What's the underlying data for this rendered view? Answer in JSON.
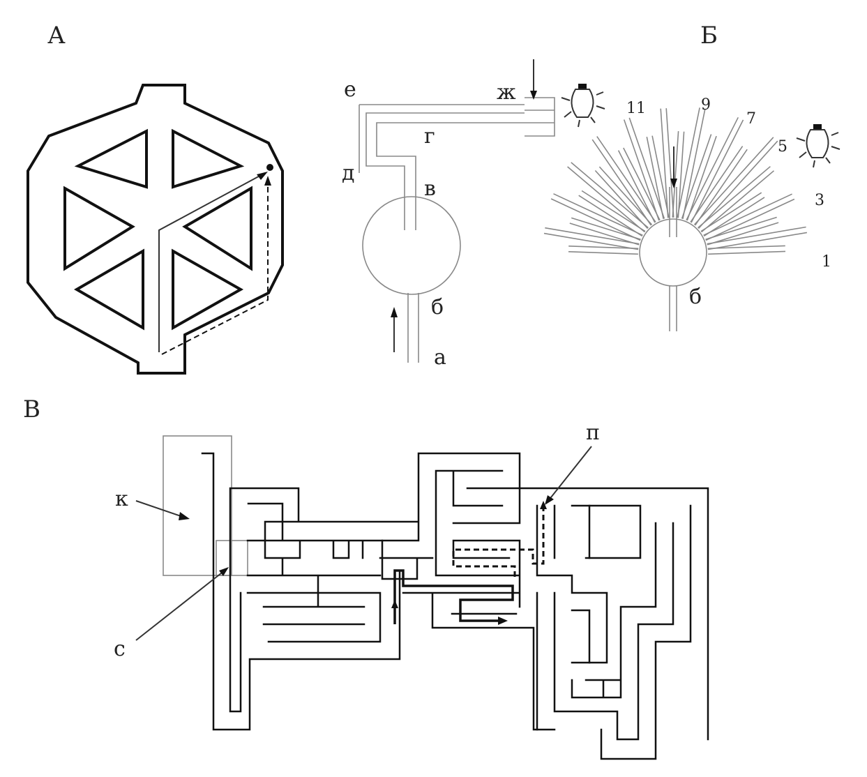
{
  "panels": {
    "a": {
      "letter": "А"
    },
    "b": {
      "letter": "Б"
    },
    "c": {
      "letter": "В"
    }
  },
  "tube_labels": [
    "а",
    "б",
    "в",
    "г",
    "д",
    "е",
    "ж"
  ],
  "radial": {
    "stem_label": "б",
    "arm_numbers": [
      "1",
      "3",
      "5",
      "7",
      "9",
      "11"
    ]
  },
  "maze": {
    "label_k": "к",
    "label_c": "с",
    "label_p": "п"
  },
  "colors": {
    "ink": "#111111",
    "background": "#ffffff"
  }
}
